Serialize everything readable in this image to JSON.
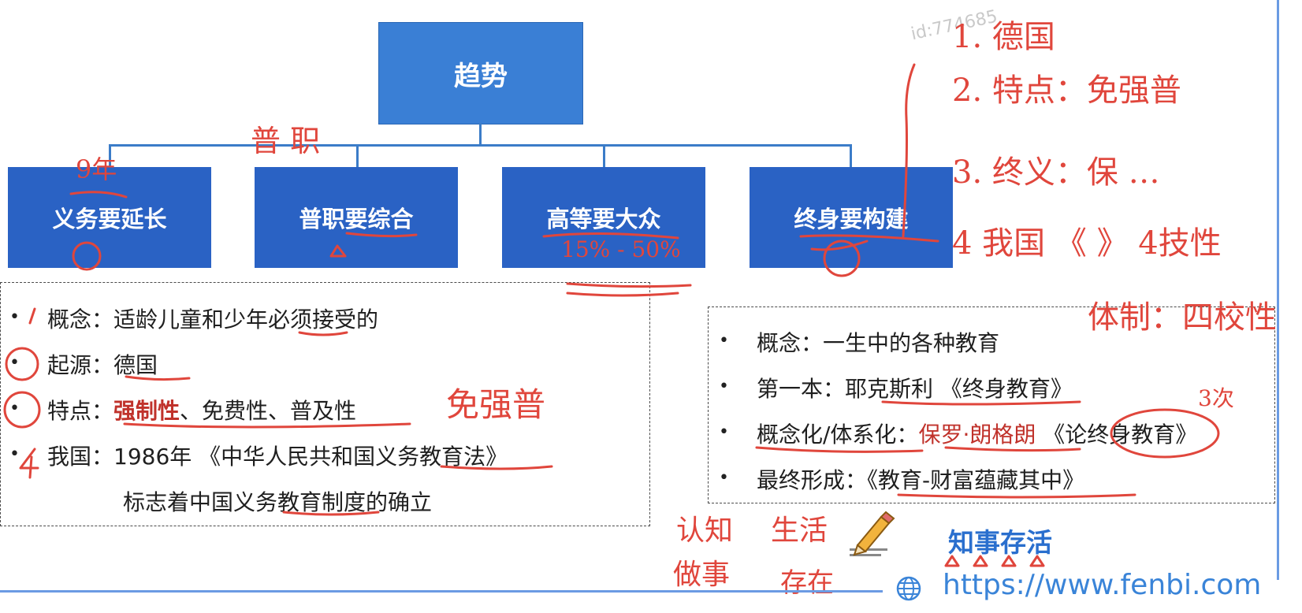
{
  "watermark": "id:774685",
  "diagram": {
    "root": "趋势",
    "branches": [
      "义务要延长",
      "普职要综合",
      "高等要大众",
      "终身要构建"
    ]
  },
  "left_panel": {
    "items": [
      {
        "term": "概念：",
        "text": "适龄儿童和少年必须接受的"
      },
      {
        "term": "起源：",
        "text": "德国"
      },
      {
        "term": "特点：",
        "highlight": "强制性",
        "text": "、免费性、普及性"
      },
      {
        "term": "我国：",
        "text": "1986年 《中华人民共和国义务教育法》",
        "text2": "标志着中国义务教育制度的确立"
      }
    ]
  },
  "right_panel": {
    "items": [
      {
        "term": "概念：",
        "text": "一生中的各种教育"
      },
      {
        "term": "第一本：",
        "text": "耶克斯利 《终身教育》"
      },
      {
        "term": "概念化/体系化：",
        "highlight": "保罗·朗格朗",
        "text": " 《论终身教育》"
      },
      {
        "term": "最终形成：",
        "text": "《教育-财富蕴藏其中》"
      }
    ]
  },
  "brand": {
    "title": "知事存活",
    "url": "https://www.fenbi.com"
  },
  "annotations": {
    "notes_right": [
      "1. 德国",
      "2. 特点：免强普",
      "3. 终义：保 …",
      "4 我国 《 》 4技性",
      "体制：四校性"
    ],
    "left_top": "9年",
    "mid_top": "普 职",
    "mid_range": "15% - 50%",
    "left_red": "免强普",
    "circle_right": "3次",
    "bottom_words": [
      "认知",
      "做事",
      "生活",
      "存在"
    ]
  },
  "colors": {
    "root": "#3a7fd5",
    "branch": "#2a62c4",
    "connector": "#3b7cc8",
    "emphasis": "#c0322b",
    "ink": "#e0463c",
    "brand": "#2a6fce"
  }
}
